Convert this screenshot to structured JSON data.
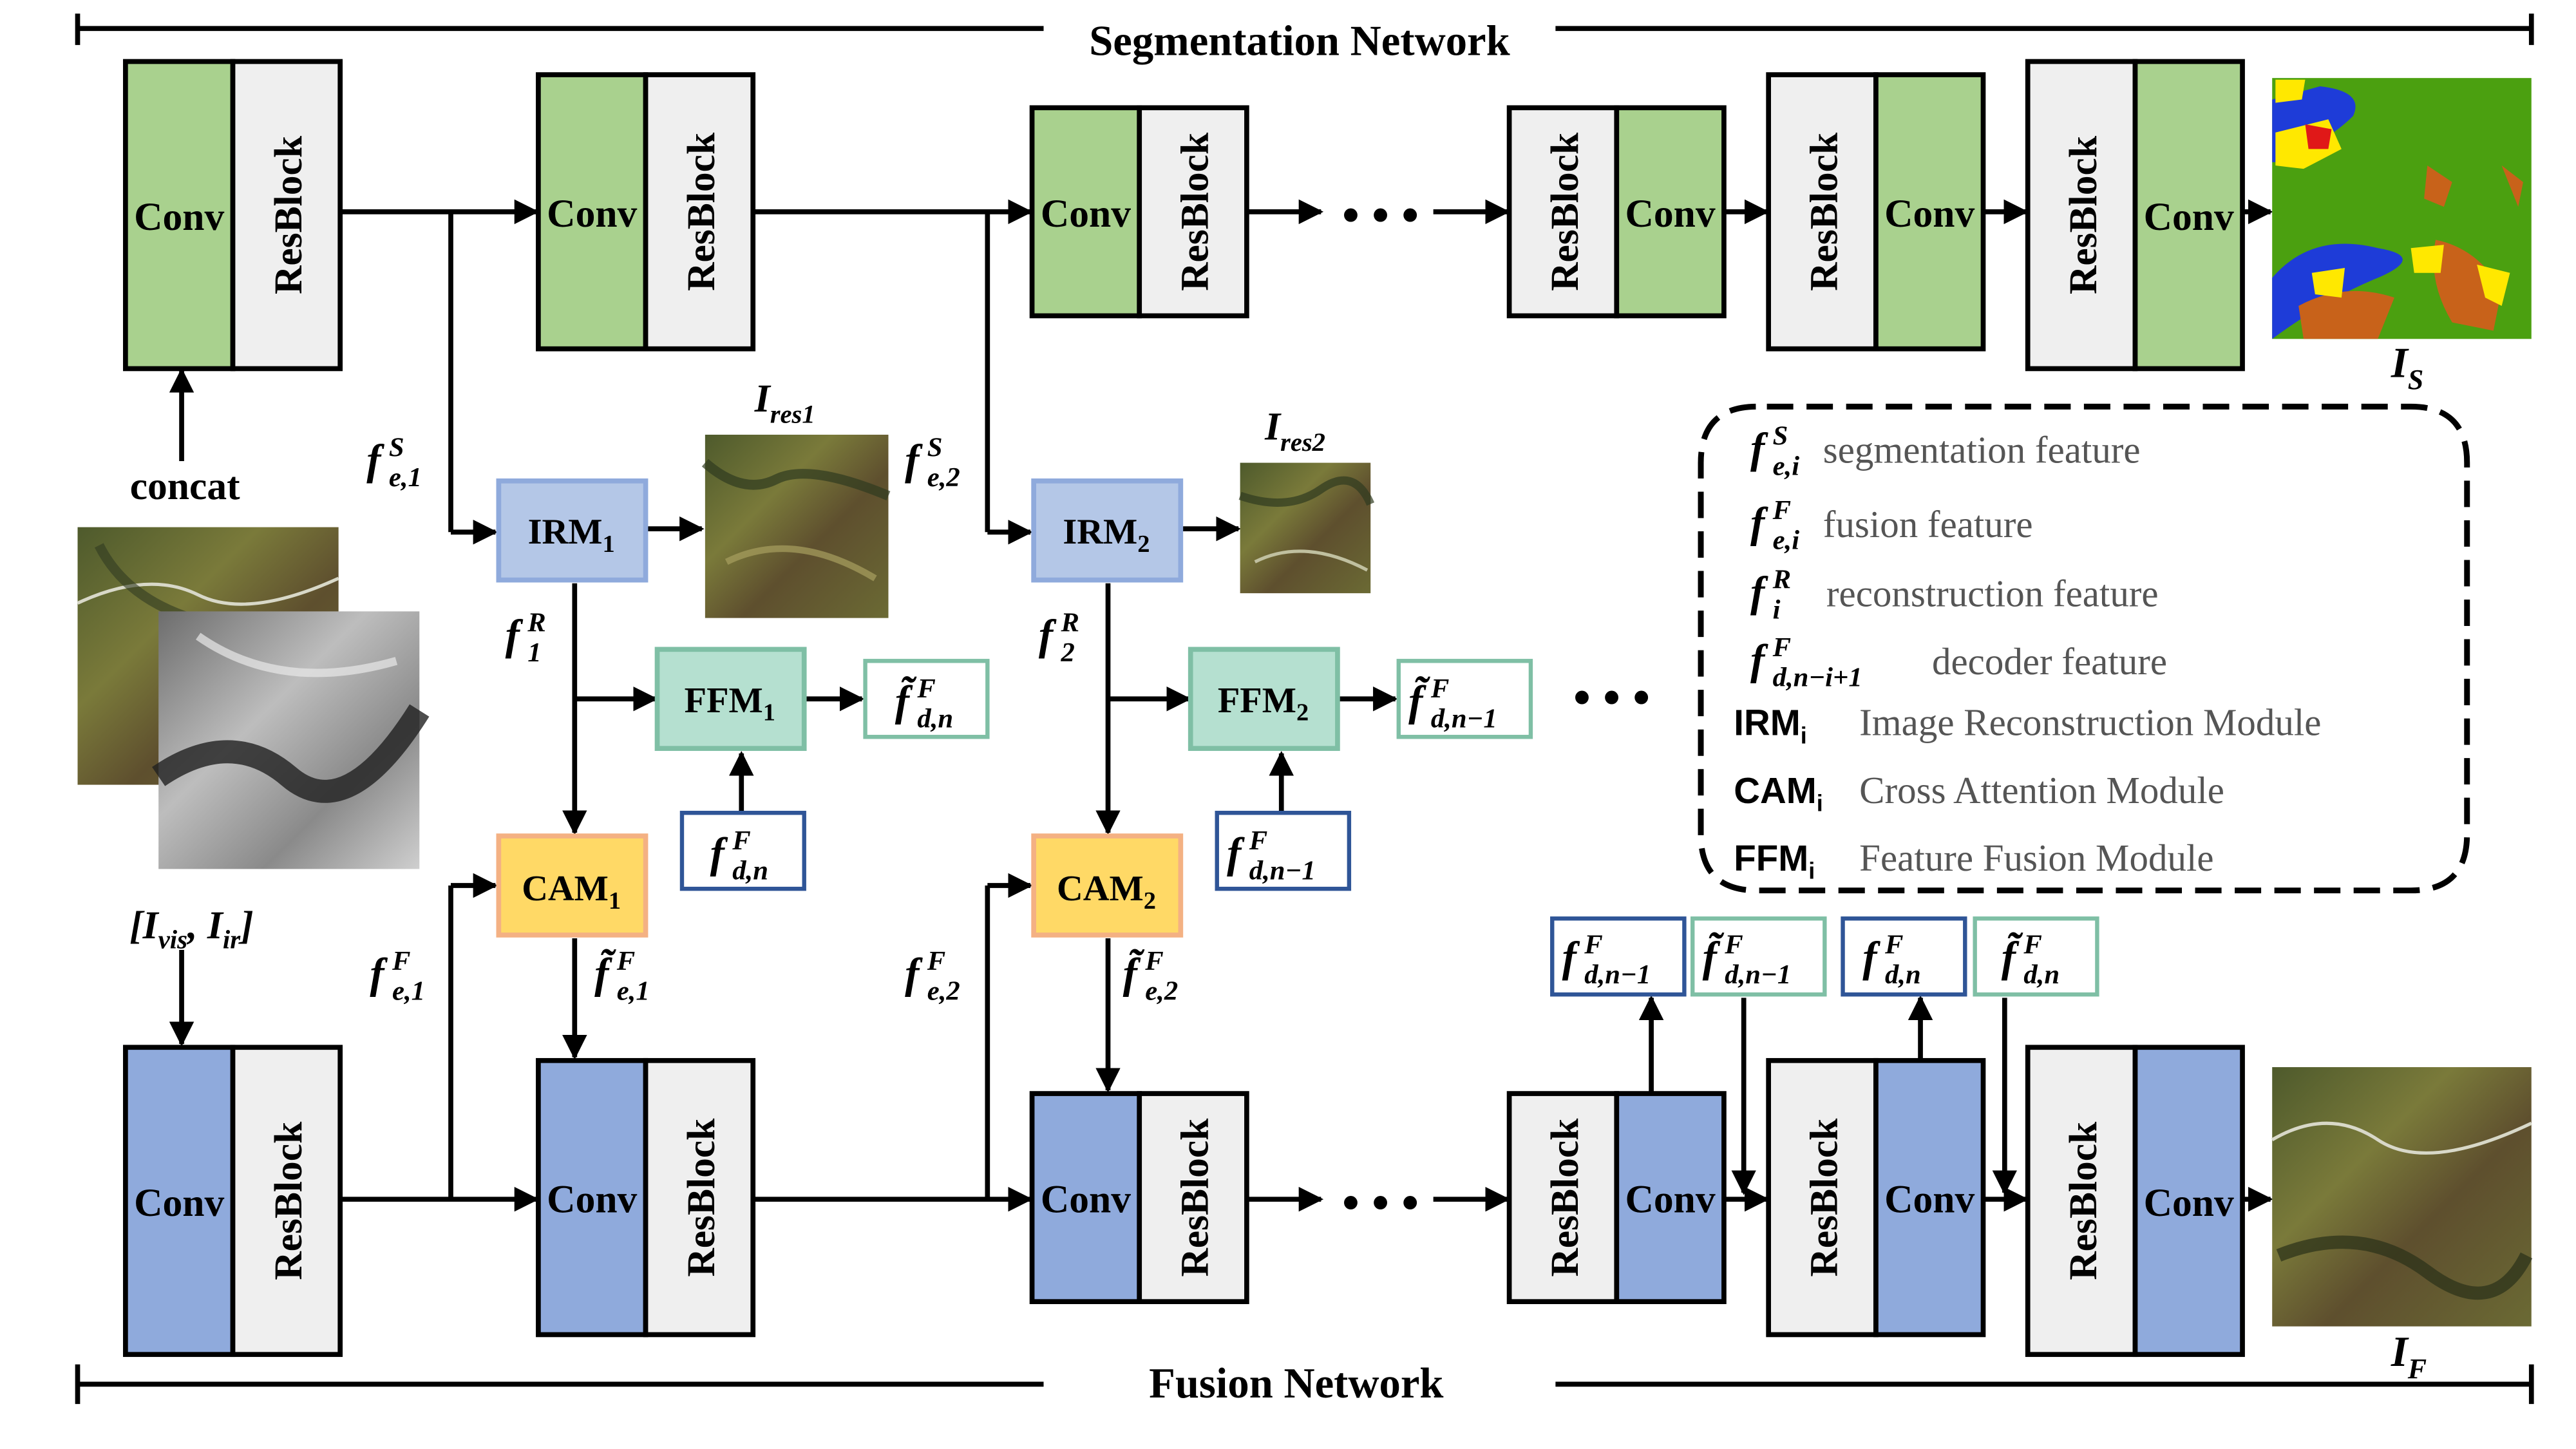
{
  "segmentation_title": "Segmentation Network",
  "fusion_title": "Fusion Network",
  "conv_label": "Conv",
  "resblock_label": "ResBlock",
  "concat_label": "concat",
  "input_label_vis": "[I",
  "input_label_vis_sub": "vis",
  "input_label_ir": ", I",
  "input_label_ir_sub": "ir",
  "input_label_close": "]",
  "ellipsis": "• • •",
  "irm": [
    "IRM",
    "IRM"
  ],
  "irm_sub": [
    "1",
    "2"
  ],
  "cam": [
    "CAM",
    "CAM"
  ],
  "cam_sub": [
    "1",
    "2"
  ],
  "ffm": [
    "FFM",
    "FFM"
  ],
  "ffm_sub": [
    "1",
    "2"
  ],
  "ires": [
    {
      "base": "I",
      "sub": "res1"
    },
    {
      "base": "I",
      "sub": "res2"
    }
  ],
  "is_label": {
    "base": "I",
    "sub": "S"
  },
  "if_label": {
    "base": "I",
    "sub": "F"
  },
  "feat": {
    "fse1": {
      "base": "f",
      "sup": "S",
      "sub": "e,1"
    },
    "fse2": {
      "base": "f",
      "sup": "S",
      "sub": "e,2"
    },
    "fr1": {
      "base": "f",
      "sup": "R",
      "sub": "1"
    },
    "fr2": {
      "base": "f",
      "sup": "R",
      "sub": "2"
    },
    "ffe1": {
      "base": "f",
      "sup": "F",
      "sub": "e,1"
    },
    "ffe2": {
      "base": "f",
      "sup": "F",
      "sub": "e,2"
    },
    "tffe1": {
      "base": "f̃",
      "sup": "F",
      "sub": "e,1"
    },
    "tffe2": {
      "base": "f̃",
      "sup": "F",
      "sub": "e,2"
    },
    "tfdn": {
      "base": "f̃",
      "sup": "F",
      "sub": "d,n"
    },
    "tfdn1": {
      "base": "f̃",
      "sup": "F",
      "sub": "d,n−1"
    },
    "fdn": {
      "base": "f",
      "sup": "F",
      "sub": "d,n"
    },
    "fdn1": {
      "base": "f",
      "sup": "F",
      "sub": "d,n−1"
    }
  },
  "legend": [
    {
      "sym": {
        "base": "f",
        "sup": "S",
        "sub": "e,i"
      },
      "desc": "segmentation feature"
    },
    {
      "sym": {
        "base": "f",
        "sup": "F",
        "sub": "e,i"
      },
      "desc": "fusion feature"
    },
    {
      "sym": {
        "base": "f",
        "sup": "R",
        "sub": "i"
      },
      "desc": "reconstruction feature"
    },
    {
      "sym": {
        "base": "f",
        "sup": "F",
        "sub": "d,n−i+1"
      },
      "desc": "decoder feature"
    },
    {
      "abbr": "IRM",
      "abbr_sub": "i",
      "desc": "Image Reconstruction Module"
    },
    {
      "abbr": "CAM",
      "abbr_sub": "i",
      "desc": "Cross Attention Module"
    },
    {
      "abbr": "FFM",
      "abbr_sub": "i",
      "desc": "Feature Fusion Module"
    }
  ],
  "colors": {
    "seg_green": "#A9D18E",
    "fusion_blue": "#8FAADC",
    "res_gray": "#EFEFEF",
    "irm_fill": "#B4C7E7",
    "irm_stroke": "#8FAADC",
    "cam_fill": "#FFD966",
    "cam_stroke": "#F4B183",
    "ffm_fill": "#B5E0D0",
    "ffm_stroke": "#7FBFA5",
    "dec_stroke": "#2F5597"
  }
}
